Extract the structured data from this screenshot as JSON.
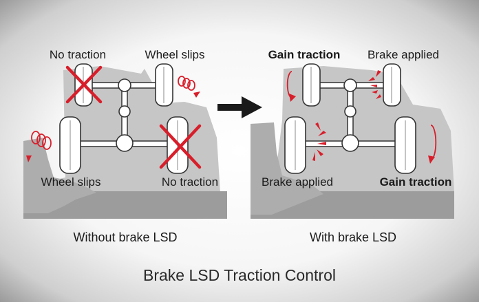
{
  "title": "Brake LSD Traction Control",
  "left_panel": {
    "caption": "Without brake LSD",
    "front_left_label": "No traction",
    "front_right_label": "Wheel slips",
    "rear_left_label": "Wheel slips",
    "rear_right_label": "No traction"
  },
  "right_panel": {
    "caption": "With brake LSD",
    "front_left_label": "Gain traction",
    "front_right_label": "Brake applied",
    "rear_left_label": "Brake applied",
    "rear_right_label": "Gain traction"
  },
  "arrow_icon": "right-arrow-icon",
  "colors": {
    "accent_red": "#d81e2a",
    "ground_light": "#c6c6c6",
    "ground_dark": "#9c9c9c"
  }
}
